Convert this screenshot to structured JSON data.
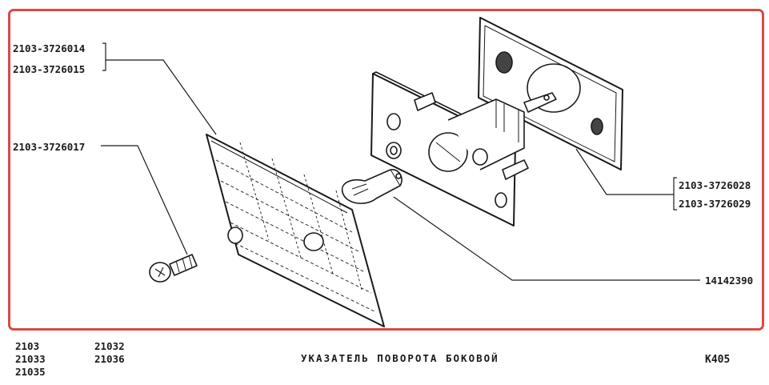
{
  "part_labels": {
    "lens_a": "2103-3726014",
    "lens_b": "2103-3726015",
    "screw": "2103-3726017",
    "housing_a": "2103-3726028",
    "housing_b": "2103-3726029",
    "bulb": "14142390"
  },
  "footer": {
    "models_col1": [
      "2103",
      "21033",
      "21035"
    ],
    "models_col2": [
      "21032",
      "21036"
    ],
    "caption": "УКАЗАТЕЛЬ ПОВОРОТА БОКОВОЙ",
    "sheet_code": "К405"
  },
  "colors": {
    "frame": "#d94a45",
    "ink": "#1a1a1a"
  }
}
